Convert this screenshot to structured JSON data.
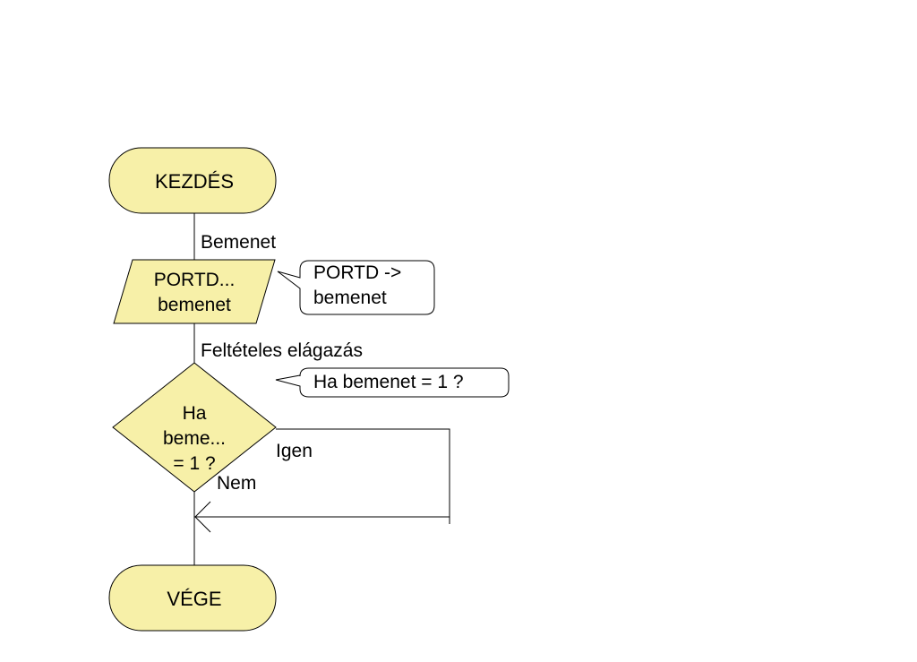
{
  "diagram": {
    "colors": {
      "shape_fill": "#f7f0a8",
      "stroke": "#000000",
      "background": "#ffffff"
    },
    "start": {
      "label": "KEZDÉS"
    },
    "input_edge": {
      "label": "Bemenet"
    },
    "input": {
      "line1": "PORTD...",
      "line2": "bemenet"
    },
    "input_comment": {
      "line1": "PORTD ->",
      "line2": "bemenet"
    },
    "decision_edge": {
      "label": "Feltételes elágazás"
    },
    "decision_comment": {
      "label": "Ha bemenet = 1 ?"
    },
    "decision": {
      "line1": "Ha",
      "line2": "beme...",
      "line3": "= 1 ?"
    },
    "yes_branch": {
      "label": "Igen"
    },
    "no_branch": {
      "label": "Nem"
    },
    "end": {
      "label": "VÉGE"
    }
  }
}
